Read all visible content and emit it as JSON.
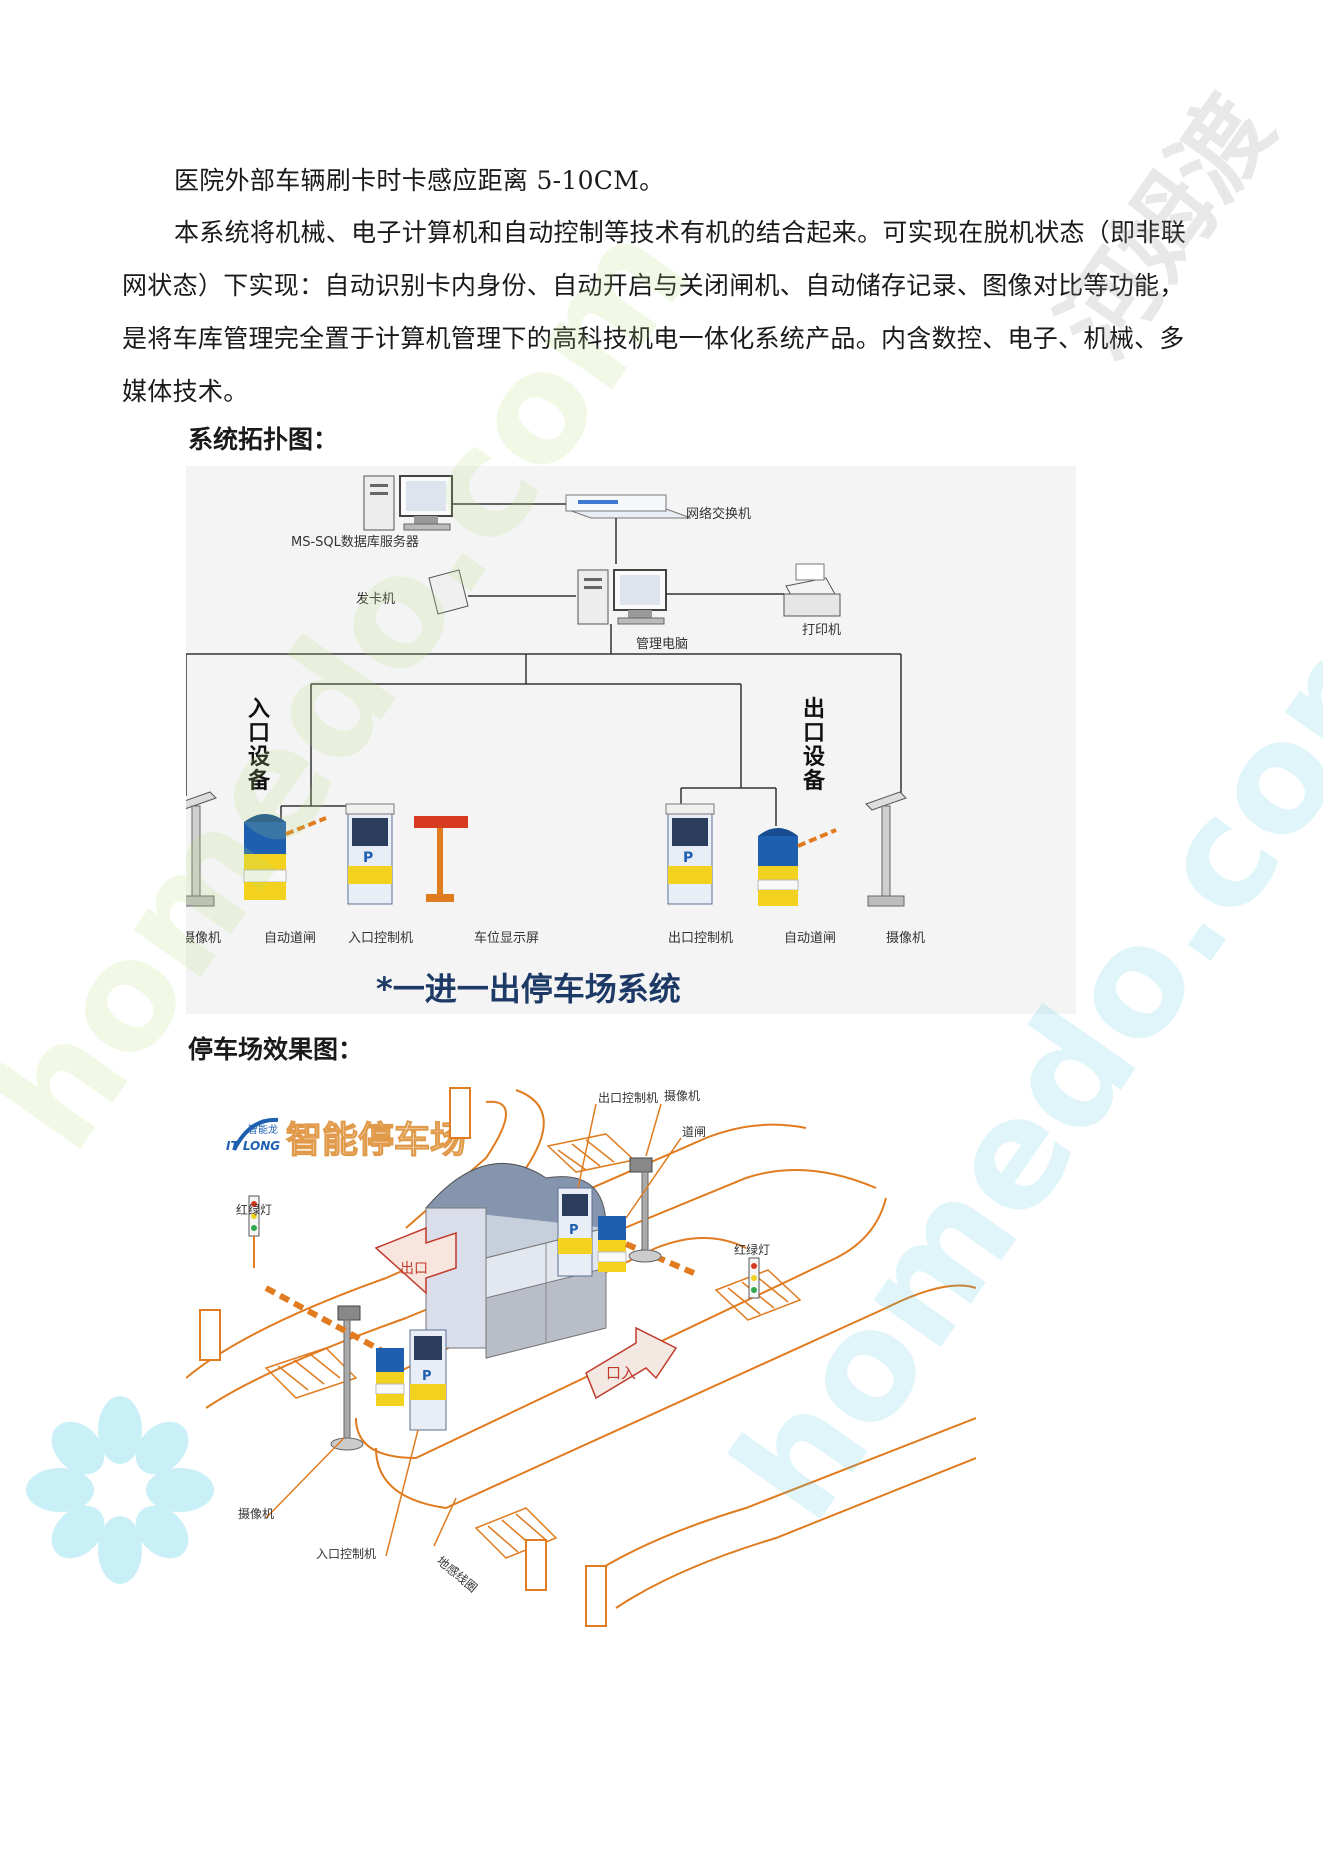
{
  "body": {
    "line1": "医院外部车辆刷卡时卡感应距离 5-10CM。",
    "para2": "本系统将机械、电子计算机和自动控制等技术有机的结合起来。可实现在脱机状态（即非联网状态）下实现：自动识别卡内身份、自动开启与关闭闸机、自动储存记录、图像对比等功能，是将车库管理完全置于计算机管理下的高科技机电一体化系统产品。内含数控、电子、机械、多媒体技术。"
  },
  "topology": {
    "caption": "系统拓扑图：",
    "labels": {
      "db_server": "MS-SQL数据库服务器",
      "switch": "网络交换机",
      "card_issuer": "发卡机",
      "printer": "打印机",
      "mgmt_pc": "管理电脑",
      "entry_group": "入口设备",
      "exit_group": "出口设备",
      "camera_left": "摄像机",
      "gate_left": "自动道闸",
      "entry_ctrl": "入口控制机",
      "space_display": "车位显示屏",
      "exit_ctrl": "出口控制机",
      "gate_right": "自动道闸",
      "camera_right": "摄像机",
      "p_mark": "P",
      "title": "*一进一出停车场系统"
    }
  },
  "effect": {
    "caption": "停车场效果图：",
    "labels": {
      "brand_small": "智能龙",
      "brand_en": "IT LONG",
      "brand_title": "智能停车场",
      "exit_ctrl": "出口控制机",
      "camera_top": "摄像机",
      "gate": "道闸",
      "light_left": "红绿灯",
      "light_right": "红绿灯",
      "exit_arrow": "出口",
      "entry_arrow": "口入",
      "camera_bottom": "摄像机",
      "entry_ctrl": "入口控制机",
      "loop": "地感线圈",
      "p_mark": "P"
    }
  },
  "watermark": {
    "site": "homedo.com",
    "brand": "河姆渡"
  },
  "colors": {
    "line": "#333333",
    "orange": "#e07b1f",
    "blue": "#1f5fb0",
    "yellow": "#f2d21f",
    "wm_green": "#b5e07a",
    "wm_cyan": "#2ec3e0",
    "wm_gray": "#9a9a9a"
  }
}
